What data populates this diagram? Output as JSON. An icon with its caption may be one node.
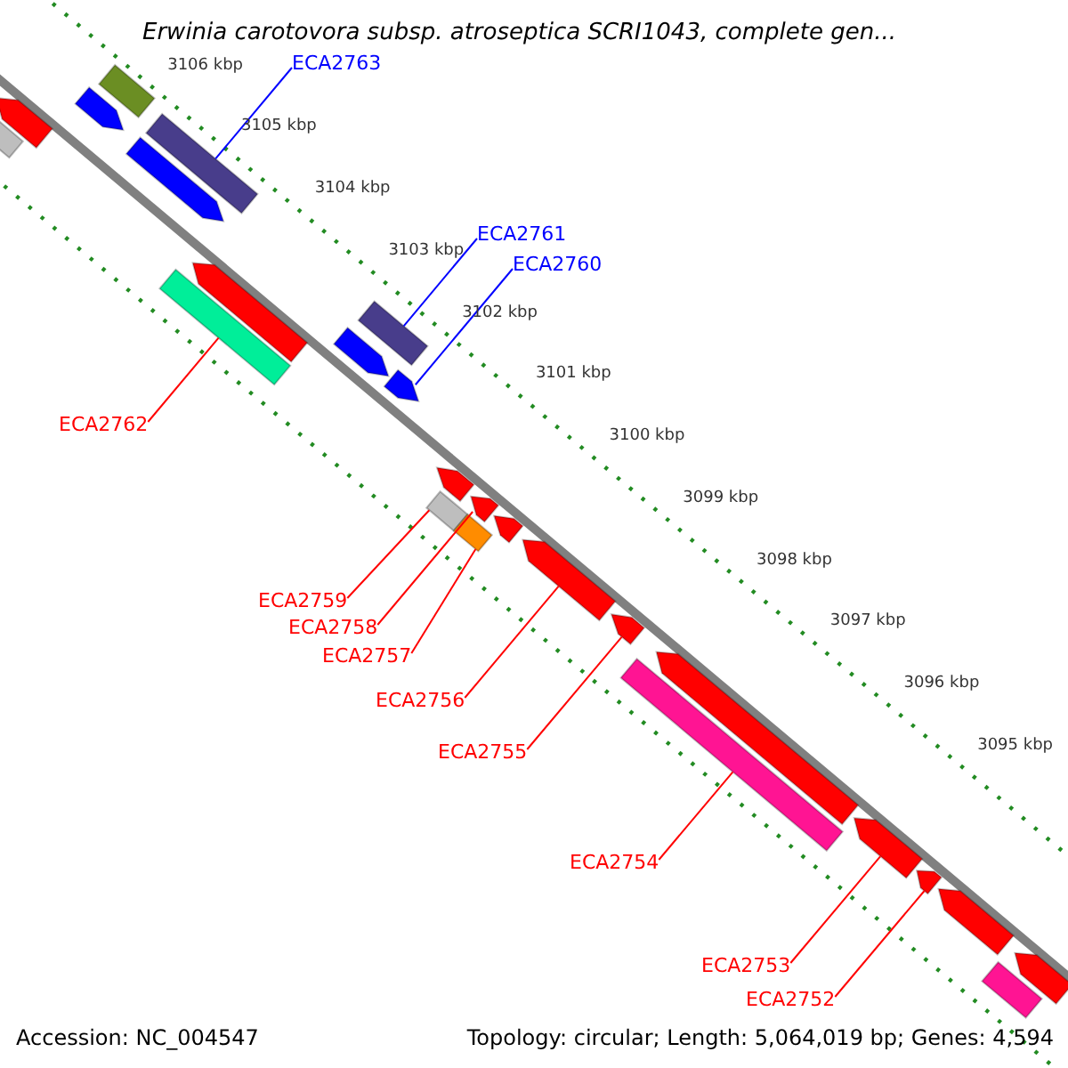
{
  "diagram": {
    "title": "Erwinia carotovora subsp. atroseptica SCRI1043, complete gen...",
    "nodes": [
      {
        "text": [
          "ECA2763"
        ]
      },
      {
        "text": [
          "ECA2761"
        ]
      },
      {
        "text": [
          "ECA2760"
        ]
      },
      {
        "text": [
          "ECA2762"
        ]
      },
      {
        "text": [
          "ECA2759"
        ]
      },
      {
        "text": [
          "ECA2758"
        ]
      },
      {
        "text": [
          "ECA2757"
        ]
      },
      {
        "text": [
          "ECA2756"
        ]
      },
      {
        "text": [
          "ECA2755"
        ]
      },
      {
        "text": [
          "ECA2754"
        ]
      },
      {
        "text": [
          "ECA2753"
        ]
      },
      {
        "text": [
          "ECA2752"
        ]
      },
      {
        "text": [],
        "shape": "bar"
      },
      {
        "text": [],
        "shape": "bar"
      },
      {
        "text": [],
        "shape": "bar"
      },
      {
        "text": [],
        "shape": "bar"
      },
      {
        "text": [],
        "shape": "bar"
      },
      {
        "text": [],
        "shape": "bar"
      },
      {
        "text": [],
        "shape": "bar"
      },
      {
        "text": [],
        "shape": "bar"
      },
      {
        "text": [],
        "shape": "bar"
      },
      {
        "text": [],
        "shape": "bar"
      },
      {
        "text": [],
        "shape": "bar"
      },
      {
        "text": [],
        "shape": "bar"
      },
      {
        "text": [],
        "shape": "bar"
      },
      {
        "text": [],
        "shape": "bar"
      },
      {
        "text": [],
        "shape": "bar"
      },
      {
        "text": [],
        "shape": "bar"
      },
      {
        "text": [],
        "shape": "bar"
      },
      {
        "text": [],
        "shape": "bar"
      },
      {
        "text": [],
        "shape": "bar"
      },
      {
        "text": [],
        "shape": "bar"
      },
      {
        "text": [],
        "shape": "bar"
      },
      {
        "text": [],
        "shape": "bar"
      },
      {
        "text": [],
        "shape": "bar"
      },
      {
        "text": [],
        "shape": "bar"
      },
      {
        "text": [],
        "shape": "bar"
      }
    ],
    "edges": [
      {
        "from": 0,
        "to": 17,
        "arrow": "none",
        "color": "#0000ff"
      },
      {
        "from": 1,
        "to": 21,
        "arrow": "none",
        "color": "#0000ff"
      },
      {
        "from": 2,
        "to": 22,
        "arrow": "none",
        "color": "#0000ff"
      },
      {
        "from": 3,
        "to": 18,
        "arrow": "none"
      },
      {
        "from": 4,
        "to": 24,
        "arrow": "none"
      },
      {
        "from": 5,
        "to": 25,
        "arrow": "none"
      },
      {
        "from": 6,
        "to": 26,
        "arrow": "none"
      },
      {
        "from": 7,
        "to": 28,
        "arrow": "none"
      },
      {
        "from": 8,
        "to": 29,
        "arrow": "none"
      },
      {
        "from": 9,
        "to": 30,
        "arrow": "none"
      },
      {
        "from": 10,
        "to": 32,
        "arrow": "none"
      },
      {
        "from": 11,
        "to": 33,
        "arrow": "none"
      }
    ],
    "labels": [
      "3106 kbp",
      "3105 kbp",
      "3104 kbp",
      "3103 kbp",
      "3102 kbp",
      "3101 kbp",
      "3100 kbp",
      "3099 kbp",
      "3098 kbp",
      "3097 kbp",
      "3096 kbp",
      "3095 kbp",
      "Accession: NC_004547",
      "Topology: circular; Length: 5,064,019 bp; Genes: 4,594"
    ]
  }
}
